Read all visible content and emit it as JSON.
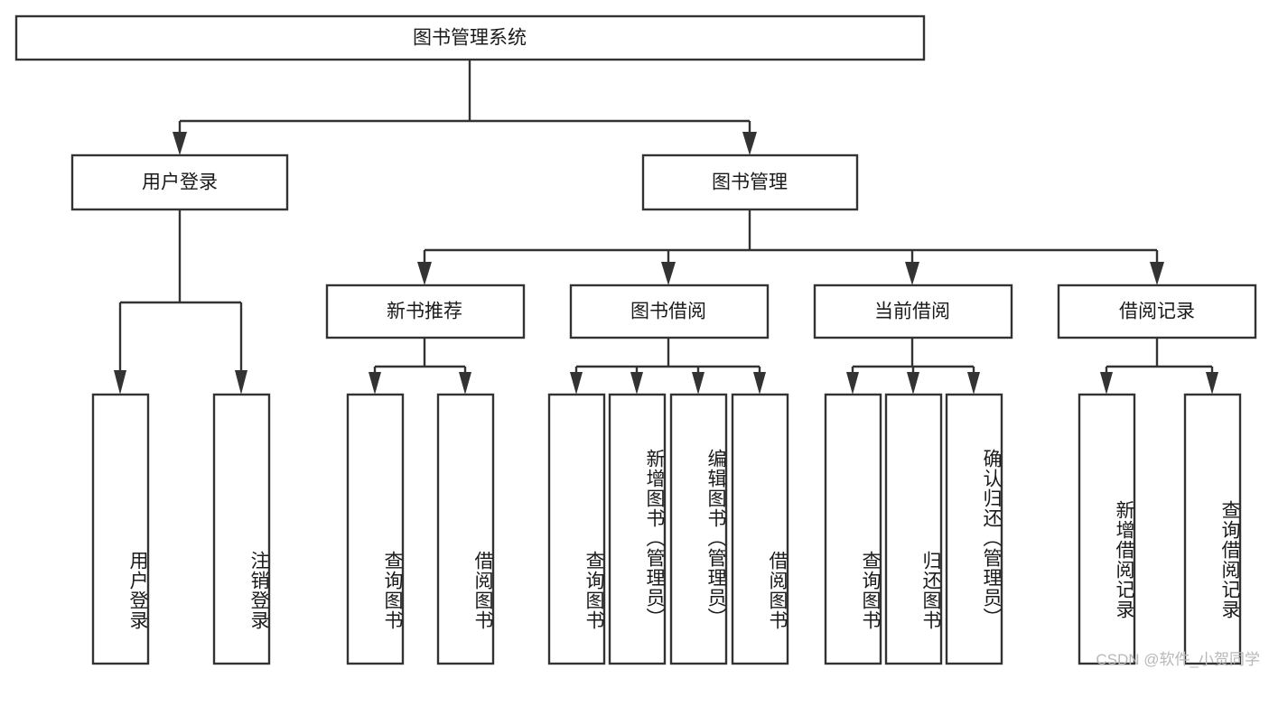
{
  "diagram": {
    "type": "tree",
    "title": "图书管理系统",
    "root": {
      "id": "root",
      "label": "图书管理系统",
      "orientation": "horizontal"
    },
    "level1": [
      {
        "id": "user-login",
        "label": "用户登录",
        "orientation": "horizontal"
      },
      {
        "id": "book-manage",
        "label": "图书管理",
        "orientation": "horizontal"
      }
    ],
    "level2": [
      {
        "id": "new-book-recommend",
        "label": "新书推荐",
        "parent": "book-manage",
        "orientation": "horizontal"
      },
      {
        "id": "book-borrow",
        "label": "图书借阅",
        "parent": "book-manage",
        "orientation": "horizontal"
      },
      {
        "id": "current-borrow",
        "label": "当前借阅",
        "parent": "book-manage",
        "orientation": "horizontal"
      },
      {
        "id": "borrow-record",
        "label": "借阅记录",
        "parent": "book-manage",
        "orientation": "horizontal"
      }
    ],
    "leaves": [
      {
        "id": "leaf-user-login",
        "label": "用户登录",
        "parent": "user-login",
        "orientation": "vertical"
      },
      {
        "id": "leaf-logout-login",
        "label": "注销登录",
        "parent": "user-login",
        "orientation": "vertical"
      },
      {
        "id": "leaf-query-book-rec",
        "label": "查询图书",
        "parent": "new-book-recommend",
        "orientation": "vertical"
      },
      {
        "id": "leaf-borrow-book-rec",
        "label": "借阅图书",
        "parent": "new-book-recommend",
        "orientation": "vertical"
      },
      {
        "id": "leaf-query-book-borrow",
        "label": "查询图书",
        "parent": "book-borrow",
        "orientation": "vertical"
      },
      {
        "id": "leaf-add-book-admin",
        "label": "新增图书（管理员）",
        "parent": "book-borrow",
        "orientation": "vertical"
      },
      {
        "id": "leaf-edit-book-admin",
        "label": "编辑图书（管理员）",
        "parent": "book-borrow",
        "orientation": "vertical"
      },
      {
        "id": "leaf-borrow-book",
        "label": "借阅图书",
        "parent": "book-borrow",
        "orientation": "vertical"
      },
      {
        "id": "leaf-query-book-current",
        "label": "查询图书",
        "parent": "current-borrow",
        "orientation": "vertical"
      },
      {
        "id": "leaf-return-book",
        "label": "归还图书",
        "parent": "current-borrow",
        "orientation": "vertical"
      },
      {
        "id": "leaf-confirm-return-admin",
        "label": "确认归还（管理员）",
        "parent": "current-borrow",
        "orientation": "vertical"
      },
      {
        "id": "leaf-add-borrow-record",
        "label": "新增借阅记录",
        "parent": "borrow-record",
        "orientation": "vertical"
      },
      {
        "id": "leaf-query-borrow-record",
        "label": "查询借阅记录",
        "parent": "borrow-record",
        "orientation": "vertical"
      }
    ],
    "colors": {
      "box_stroke": "#333333",
      "box_fill": "#ffffff",
      "connector": "#333333",
      "text": "#1a1a1a",
      "watermark": "#b8b8b8",
      "background": "#ffffff"
    }
  },
  "watermark": {
    "text": "CSDN @软件_小贺同学"
  }
}
